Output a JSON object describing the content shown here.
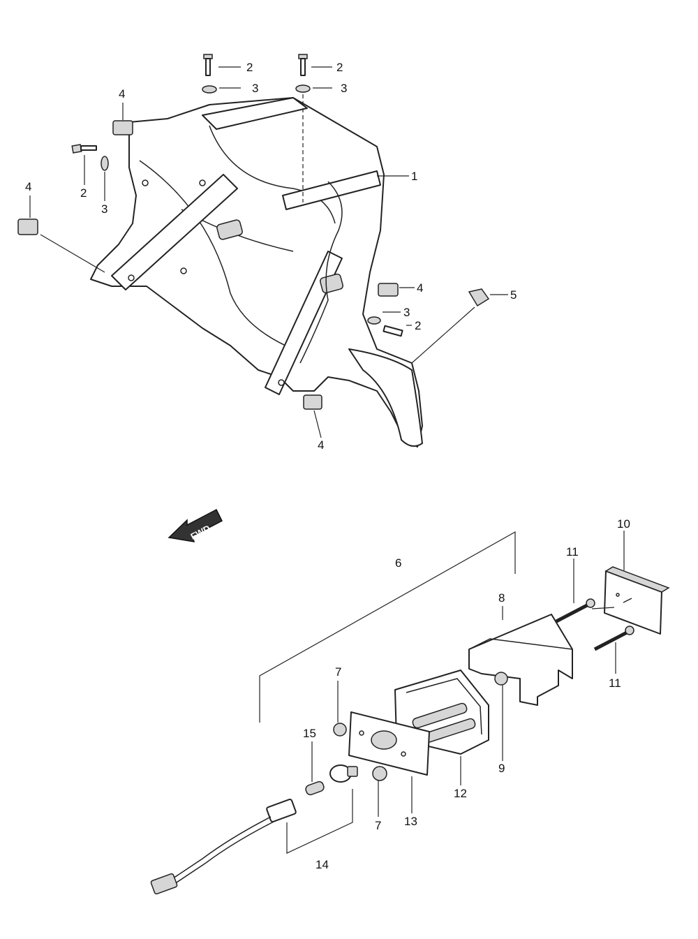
{
  "fwd_label": "FWD",
  "callouts": {
    "c1": "1",
    "c2a": "2",
    "c2b": "2",
    "c2c": "2",
    "c2d": "2",
    "c3a": "3",
    "c3b": "3",
    "c3c": "3",
    "c3d": "3",
    "c4a": "4",
    "c4b": "4",
    "c4c": "4",
    "c4d": "4",
    "c5": "5",
    "c6": "6",
    "c7a": "7",
    "c7b": "7",
    "c8": "8",
    "c9": "9",
    "c10": "10",
    "c11a": "11",
    "c11b": "11",
    "c12": "12",
    "c13": "13",
    "c14": "14",
    "c15": "15"
  }
}
